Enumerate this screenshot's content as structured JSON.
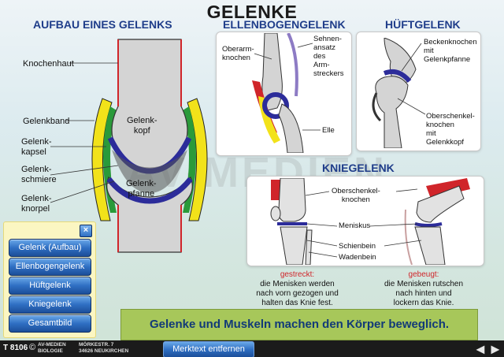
{
  "title": "GELENKE",
  "watermark": "AV-MEDIEN",
  "sections": {
    "aufbau": "AUFBAU EINES GELENKS",
    "ellenbogen": "ELLENBOGENGELENK",
    "huefte": "HÜFTGELENK",
    "knie": "KNIEGELENK"
  },
  "aufbau_labels": {
    "knochenhaut": "Knochenhaut",
    "gelenkband": "Gelenkband",
    "gelenkkapsel_1": "Gelenk-",
    "gelenkkapsel_2": "kapsel",
    "gelenkschmiere_1": "Gelenk-",
    "gelenkschmiere_2": "schmiere",
    "gelenkknorpel_1": "Gelenk-",
    "gelenkknorpel_2": "knorpel",
    "gelenkkopf_1": "Gelenk-",
    "gelenkkopf_2": "kopf",
    "gelenkpfanne_1": "Gelenk-",
    "gelenkpfanne_2": "pfanne"
  },
  "ellenbogen_labels": {
    "oberarm_1": "Oberarm-",
    "oberarm_2": "knochen",
    "sehne_1": "Sehnen-",
    "sehne_2": "ansatz",
    "sehne_3": "des",
    "sehne_4": "Arm-",
    "sehne_5": "streckers",
    "elle": "Elle"
  },
  "huefte_labels": {
    "becken_1": "Beckenknochen",
    "becken_2": "mit",
    "becken_3": "Gelenkpfanne",
    "ober_1": "Oberschenkel-",
    "ober_2": "knochen",
    "ober_3": "mit",
    "ober_4": "Gelenkkopf"
  },
  "knie_labels": {
    "ober_1": "Oberschenkel-",
    "ober_2": "knochen",
    "meniskus": "Meniskus",
    "schienbein": "Schienbein",
    "wadenbein": "Wadenbein"
  },
  "knie_captions": {
    "gestreckt_title": "gestreckt:",
    "gestreckt_1": "die Menisken werden",
    "gestreckt_2": "nach vorn gezogen und",
    "gestreckt_3": "halten das Knie fest.",
    "gebeugt_title": "gebeugt:",
    "gebeugt_1": "die Menisken rutschen",
    "gebeugt_2": "nach hinten und",
    "gebeugt_3": "lockern das Knie."
  },
  "nav": {
    "close_symbol": "×",
    "items": [
      {
        "label": "Gelenk (Aufbau)"
      },
      {
        "label": "Ellenbogengelenk"
      },
      {
        "label": "Hüftgelenk"
      },
      {
        "label": "Kniegelenk"
      },
      {
        "label": "Gesamtbild"
      }
    ]
  },
  "motto": "Gelenke und Muskeln machen den Körper beweglich.",
  "footer": {
    "code": "T 8106",
    "copyright_symbol": "©",
    "publisher_1": "AV-MEDIEN",
    "publisher_2": "BIOLOGIE",
    "address_1": "MÖRKESTR. 7",
    "address_2": "34626  NEUKIRCHEN",
    "remove_button": "Merktext entfernen",
    "prev_symbol": "◄",
    "next_symbol": "►"
  },
  "colors": {
    "title_blue": "#1f3d8a",
    "bone": "#d6d6d6",
    "cartilage": "#2c2c9a",
    "ligament": "#f2e21a",
    "capsule": "#2a9a3a",
    "red": "#d0252a"
  }
}
